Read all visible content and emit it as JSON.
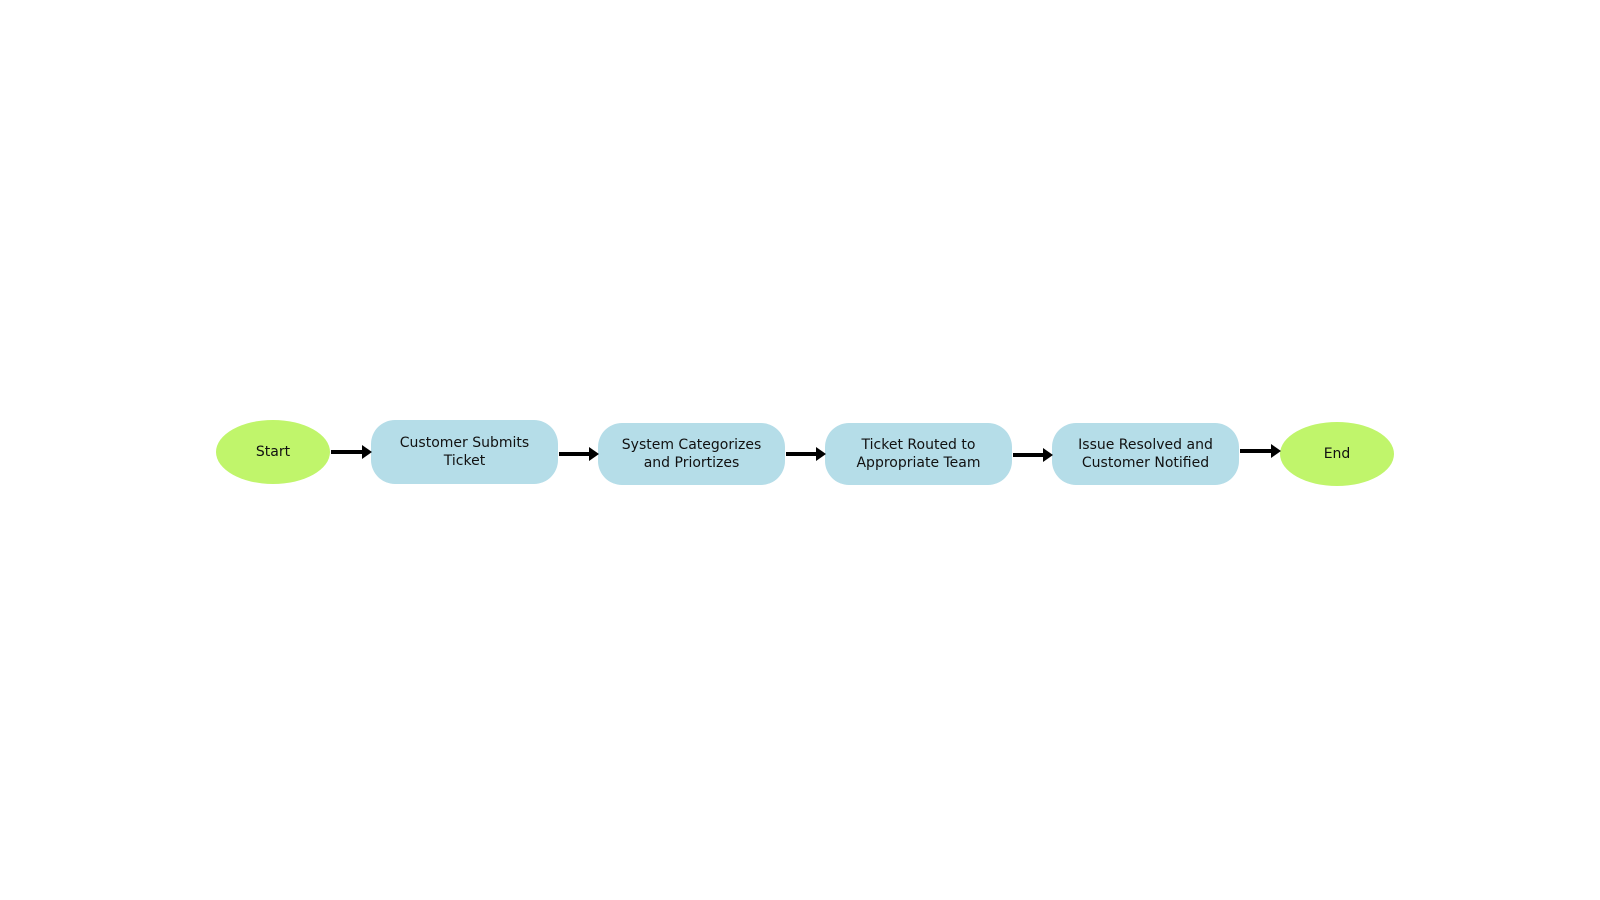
{
  "colors": {
    "terminal": "#c0f56b",
    "process": "#b5dde8",
    "arrow": "#000000",
    "text": "#111111",
    "background": "#ffffff"
  },
  "nodes": [
    {
      "id": "start",
      "shape": "ellipse",
      "label": "Start"
    },
    {
      "id": "customer-submits-ticket",
      "shape": "rounded-rect",
      "label": "Customer Submits Ticket"
    },
    {
      "id": "system-categorizes",
      "shape": "rounded-rect",
      "label": "System Categorizes and Priortizes"
    },
    {
      "id": "ticket-routed",
      "shape": "rounded-rect",
      "label": "Ticket Routed to Appropriate Team"
    },
    {
      "id": "issue-resolved",
      "shape": "rounded-rect",
      "label": "Issue Resolved and Customer Notified"
    },
    {
      "id": "end",
      "shape": "ellipse",
      "label": "End"
    }
  ],
  "edges": [
    {
      "from": "start",
      "to": "customer-submits-ticket"
    },
    {
      "from": "customer-submits-ticket",
      "to": "system-categorizes"
    },
    {
      "from": "system-categorizes",
      "to": "ticket-routed"
    },
    {
      "from": "ticket-routed",
      "to": "issue-resolved"
    },
    {
      "from": "issue-resolved",
      "to": "end"
    }
  ]
}
